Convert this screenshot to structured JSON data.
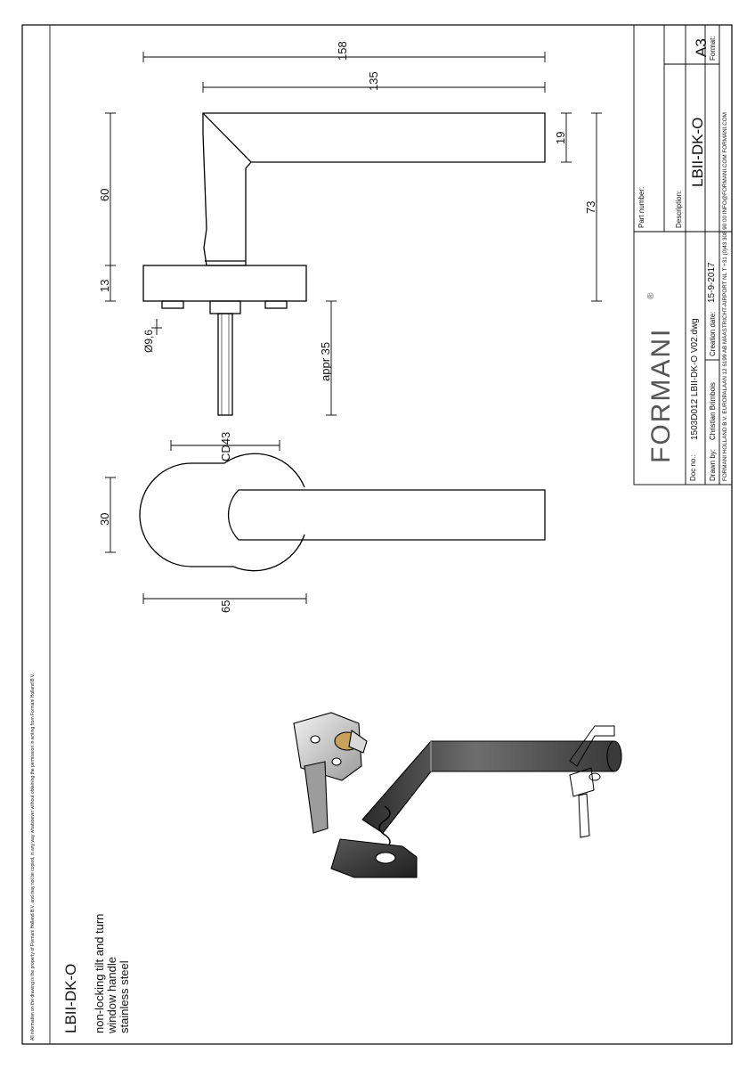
{
  "drawing": {
    "disclaimer": "All information on the drawing is the property of Formani Holland B.V. and may not be copied, in any way whatsoever without obtaining the permission in writing from Formani Holland B.V.",
    "title": "LBII-DK-O",
    "description_lines": [
      "non-locking tilt and turn",
      "window handle",
      "stainless steel"
    ]
  },
  "dimensions": {
    "d158": "158",
    "d135": "135",
    "d60": "60",
    "d19": "19",
    "d73": "73",
    "d13": "13",
    "d9_6": "Ø9,6",
    "appr35": "appr 35",
    "cd43": "CD43",
    "d30": "30",
    "d65": "65"
  },
  "title_block": {
    "brand": "FORMANI",
    "registered": "®",
    "part_number_label": "Part number:",
    "description_label": "Description:",
    "description_value": "LBII-DK-O",
    "format_label": "Format:",
    "format_value": "A3",
    "doc_no_label": "Doc no.:",
    "doc_no_value": "1503D012 LBII-DK-O V02.dwg",
    "drawn_by_label": "Drawn by:",
    "drawn_by_value": "Christian Brimbois",
    "creation_date_label": "Creation date:",
    "creation_date_value": "15-9-2017",
    "footer": "FORMANI HOLLAND B.V. EUROPALAAN 12 6199 AB MAASTRICHT-AIRPORT NL T +31 (0)43 308 90 00 INFO@FORMANI.COM FORMANI.COM"
  }
}
